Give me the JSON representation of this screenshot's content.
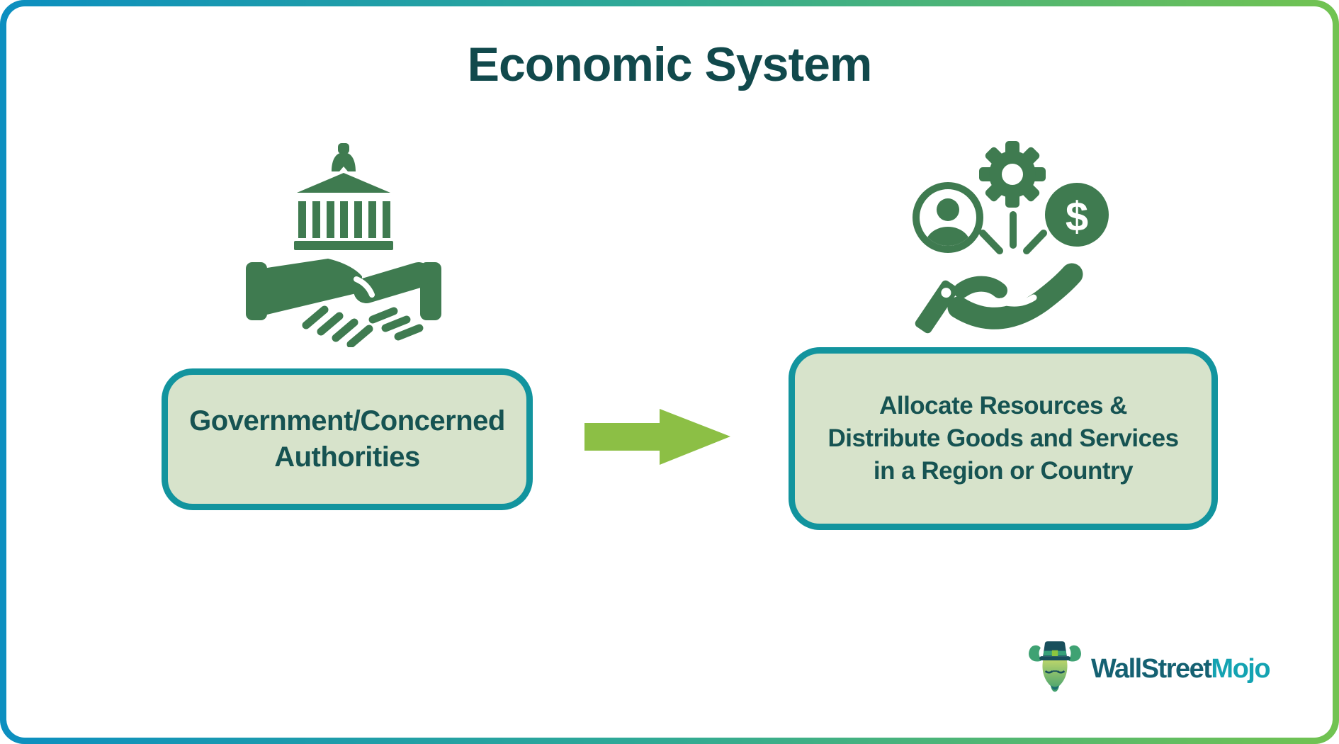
{
  "title": "Economic System",
  "left": {
    "icon": "government-handshake-icon",
    "box_label": "Government/Concerned\nAuthorities"
  },
  "arrow": {
    "icon": "arrow-right-icon",
    "direction": "right"
  },
  "right": {
    "icon": "hand-giving-resources-icon",
    "sub_icons": [
      "person-icon",
      "gear-icon",
      "dollar-coin-icon",
      "open-hand-icon"
    ],
    "box_label": "Allocate Resources &\nDistribute Goods and Services\nin a Region or Country"
  },
  "icons": {
    "dollar_glyph": "$"
  },
  "logo": {
    "mascot": "bull-mascot-icon",
    "brand_part1": "WallStreet",
    "brand_part2": "Mojo"
  },
  "colors": {
    "frame_gradient_start": "#0C8FC0",
    "frame_gradient_mid": "#2FA996",
    "frame_gradient_end": "#72C351",
    "icon_green": "#3F7B50",
    "box_border_teal": "#12949E",
    "box_fill_sage": "#D7E3CB",
    "title_text": "#11494C",
    "box_text": "#165352",
    "arrow_green": "#8CBF45",
    "logo_dark_teal": "#156172",
    "logo_bright_teal": "#14A3B2"
  }
}
